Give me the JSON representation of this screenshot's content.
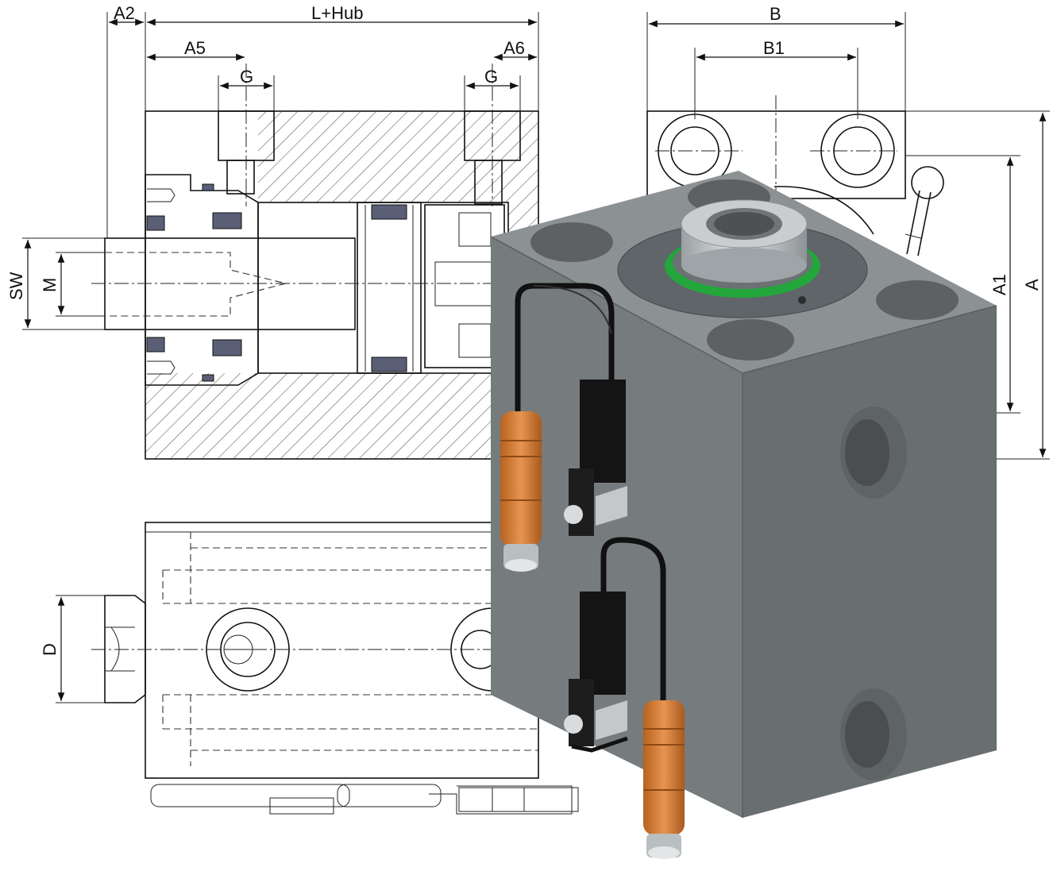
{
  "drawing": {
    "labels": {
      "a2": "A2",
      "l_hub": "L+Hub",
      "a5": "A5",
      "a6": "A6",
      "g_left": "G",
      "g_right": "G",
      "b": "B",
      "b1": "B1",
      "sw": "SW",
      "m": "M",
      "d": "D",
      "a1": "A1",
      "a": "A"
    }
  },
  "colors": {
    "body_front": "#767b7e",
    "body_right": "#696e71",
    "body_top": "#8c9194",
    "seal_green": "#23a63c",
    "connector_orange": "#d97e33",
    "sensor_black": "#141414",
    "hatch": "#444444"
  },
  "icons": [
    "hydraulic-block-cylinder-render",
    "position-sensor-icon",
    "m8-connector-icon"
  ]
}
